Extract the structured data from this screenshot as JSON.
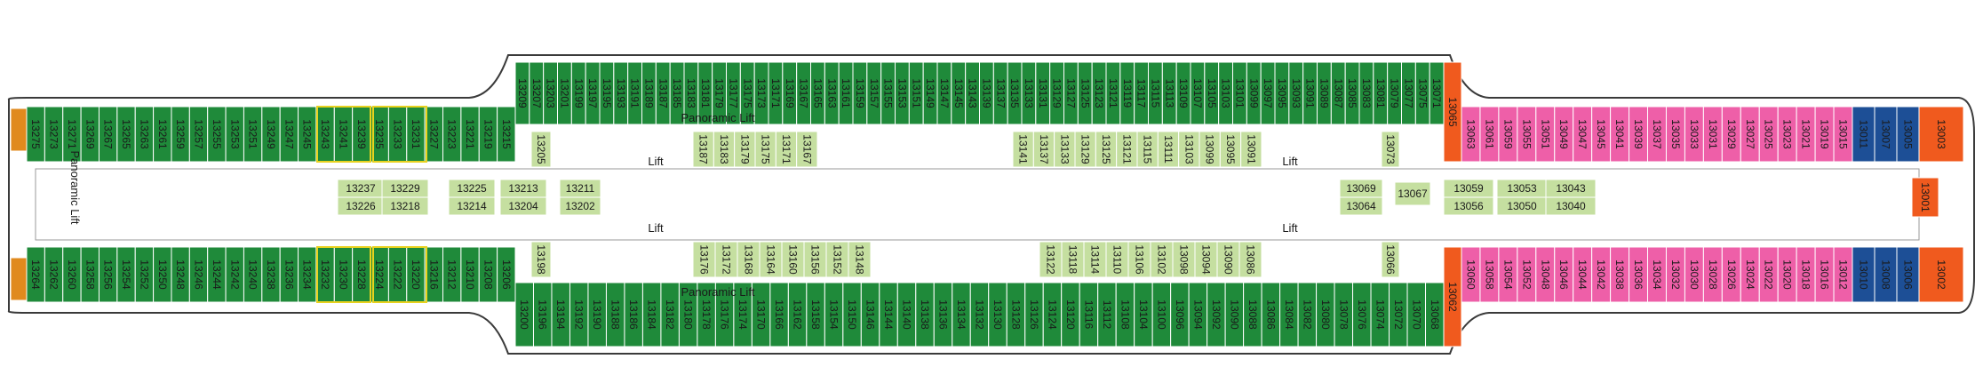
{
  "labels": {
    "panoramic_lift_top": "Panoramic Lift",
    "panoramic_lift_bottom": "Panoramic Lift",
    "panoramic_lift_aft": "Panoramic Lift",
    "lift": "Lift"
  },
  "colors": {
    "green_balcony": "#1f8a3a",
    "inside_cabin": "#c5dfa0",
    "pink_cabin": "#ee5fa8",
    "blue_cabin": "#1d4f96",
    "orange_cabin": "#f05a1e",
    "aft_cabin": "#e08a1e",
    "yellow_outline": "#e8d21e"
  },
  "top_outer": {
    "aft": [
      "13275",
      "13273",
      "13271",
      "13269",
      "13267",
      "13265",
      "13263",
      "13261",
      "13259",
      "13257",
      "13255",
      "13253",
      "13251",
      "13249",
      "13247",
      "13245",
      "13243",
      "13241",
      "13239",
      "13235",
      "13233",
      "13231",
      "13227",
      "13223",
      "13221",
      "13219",
      "13215"
    ],
    "mid": [
      "13209",
      "13207",
      "13203",
      "13201",
      "13199",
      "13197",
      "13195",
      "13193",
      "13191",
      "13189",
      "13187",
      "13185",
      "13183",
      "13181",
      "13179",
      "13177",
      "13175",
      "13173",
      "13171",
      "13169",
      "13167",
      "13165",
      "13163",
      "13161",
      "13159",
      "13157",
      "13155",
      "13153",
      "13151",
      "13149",
      "13147",
      "13145",
      "13143",
      "13139",
      "13137",
      "13135",
      "13133",
      "13131",
      "13129",
      "13127",
      "13125",
      "13123",
      "13121",
      "13119",
      "13117",
      "13115",
      "13113",
      "13109",
      "13107",
      "13105",
      "13103",
      "13101",
      "13099",
      "13097",
      "13095",
      "13093",
      "13091",
      "13089",
      "13087",
      "13085",
      "13083",
      "13081",
      "13079",
      "13077",
      "13075",
      "13071"
    ],
    "fwd_orange": "13065",
    "fwd_pink": [
      "13063",
      "13061",
      "13059",
      "13055",
      "13051",
      "13049",
      "13047",
      "13045",
      "13041",
      "13039",
      "13037",
      "13035",
      "13033",
      "13031",
      "13029",
      "13027",
      "13025",
      "13023",
      "13021",
      "13019",
      "13015"
    ],
    "fwd_blue": [
      "13011",
      "13007",
      "13005"
    ],
    "bow": "13003"
  },
  "bottom_outer": {
    "aft": [
      "13264",
      "13262",
      "13260",
      "13258",
      "13256",
      "13254",
      "13252",
      "13250",
      "13248",
      "13246",
      "13244",
      "13242",
      "13240",
      "13238",
      "13236",
      "13234",
      "13232",
      "13230",
      "13228",
      "13224",
      "13222",
      "13220",
      "13216",
      "13212",
      "13210",
      "13208",
      "13206"
    ],
    "mid": [
      "13200",
      "13196",
      "13194",
      "13192",
      "13190",
      "13188",
      "13186",
      "13184",
      "13182",
      "13180",
      "13178",
      "13176",
      "13174",
      "13170",
      "13166",
      "13162",
      "13158",
      "13154",
      "13150",
      "13146",
      "13144",
      "13140",
      "13138",
      "13136",
      "13134",
      "13132",
      "13130",
      "13128",
      "13126",
      "13124",
      "13120",
      "13116",
      "13112",
      "13108",
      "13104",
      "13100",
      "13096",
      "13094",
      "13092",
      "13090",
      "13088",
      "13086",
      "13084",
      "13082",
      "13080",
      "13078",
      "13076",
      "13074",
      "13072",
      "13070",
      "13068"
    ],
    "fwd_orange": "13062",
    "fwd_pink": [
      "13060",
      "13058",
      "13054",
      "13052",
      "13048",
      "13046",
      "13044",
      "13042",
      "13038",
      "13036",
      "13034",
      "13032",
      "13030",
      "13028",
      "13026",
      "13024",
      "13022",
      "13020",
      "13018",
      "13016",
      "13012"
    ],
    "fwd_blue": [
      "13010",
      "13008",
      "13006"
    ],
    "bow": "13002"
  },
  "inner_top": {
    "left": [
      "13205"
    ],
    "a": [
      "13187",
      "13183",
      "13179",
      "13175",
      "13171",
      "13167"
    ],
    "b": [
      "13141",
      "13137",
      "13133",
      "13129",
      "13125",
      "13121",
      "13115",
      "13111",
      "13103",
      "13099",
      "13095",
      "13091"
    ],
    "c": [
      "13073"
    ]
  },
  "inner_bottom": {
    "left": [
      "13198"
    ],
    "a": [
      "13176",
      "13172",
      "13168",
      "13164",
      "13160",
      "13156",
      "13152",
      "13148"
    ],
    "b": [
      "13122",
      "13118",
      "13114",
      "13110",
      "13106",
      "13102",
      "13098",
      "13094",
      "13090",
      "13086"
    ],
    "c": [
      "13066"
    ]
  },
  "center_cabins": [
    [
      "13237",
      "13229",
      "13225",
      "13213",
      "13211"
    ],
    [
      "13226",
      "13218",
      "13214",
      "13204",
      "13202"
    ],
    [
      "13069",
      "13064",
      "13067"
    ],
    [
      "13059",
      "13053",
      "13043"
    ],
    [
      "13056",
      "13050",
      "13040"
    ]
  ],
  "bow_center": "13001"
}
